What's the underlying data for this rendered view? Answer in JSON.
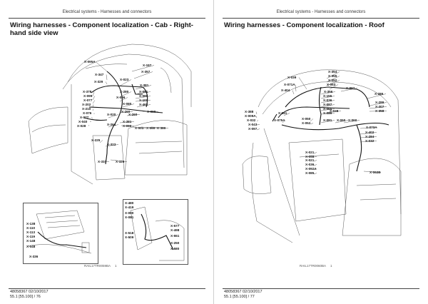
{
  "left": {
    "header": "Electrical systems - Harnesses and connectors",
    "title": "Wiring harnesses - Component localization - Cab - Right-hand side view",
    "page_ref": "RAIL17TR0059BA",
    "page_index": "1",
    "doc_number": "48058367 02/10/2017",
    "page_label": "55.1 [55.100] / 76",
    "main_labels": [
      "X-095A",
      "X-197",
      "X-347",
      "X-357",
      "X-329",
      "X-023",
      "X-381",
      "X-378",
      "X-099",
      "X-077",
      "X-280",
      "X-202",
      "X-210",
      "X-076",
      "X-077",
      "X-040",
      "X-028",
      "X-081",
      "X-085",
      "X-100",
      "X-056",
      "X-462",
      "X-080",
      "X-260",
      "X-260",
      "X-090",
      "X-020",
      "X-381",
      "X-096",
      "X-001",
      "X-060",
      "X-380",
      "X-264",
      "X-225",
      "X-323",
      "X-317",
      "X-326"
    ],
    "inset_left_labels": [
      "X-138",
      "X-110",
      "X-113",
      "X-119",
      "X-148",
      "X-048",
      "X-336"
    ],
    "inset_right_labels": [
      "X-480",
      "X-419",
      "X-090",
      "X-081",
      "X-577",
      "X-498",
      "X-551",
      "X-518",
      "X-509",
      "X-250",
      "X-580"
    ]
  },
  "right": {
    "header": "Electrical systems - Harnesses and connectors",
    "title": "Wiring harnesses - Component localization - Roof",
    "page_ref": "RAIL17TR0060BA",
    "page_index": "1",
    "doc_number": "48058367 02/10/2017",
    "page_label": "55.1 [55.100] / 77",
    "labels": [
      "X-354",
      "X-039",
      "X-355",
      "X-052",
      "X-063",
      "X-097",
      "X-404",
      "X-356",
      "X-071A",
      "X-155",
      "X-036",
      "X-087",
      "X-065",
      "X-086",
      "X-286",
      "X-289",
      "X-307",
      "X-358",
      "X-388",
      "X-009A",
      "X-041",
      "X-043",
      "X-097",
      "X-038",
      "X-075A",
      "X-032",
      "X-050",
      "X-052",
      "X-081",
      "X-060",
      "X-060",
      "X-021",
      "X-058",
      "X-073A",
      "X-402",
      "X-284",
      "X-032",
      "X-021",
      "X-036",
      "X-092A",
      "X-085",
      "X-062B"
    ]
  }
}
